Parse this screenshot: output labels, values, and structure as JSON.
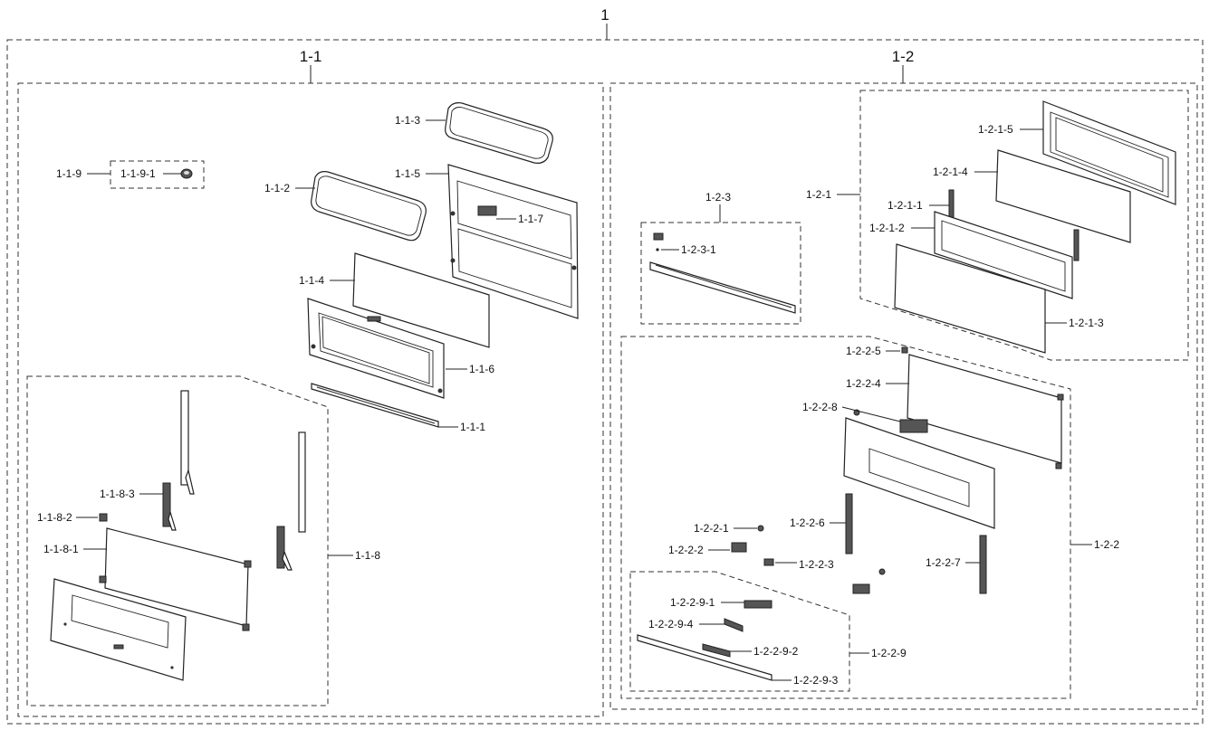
{
  "assembly": {
    "root_label": "1",
    "left_group": {
      "label": "1-1",
      "parts": {
        "p113": "1-1-3",
        "p119": "1-1-9",
        "p1191": "1-1-9-1",
        "p115": "1-1-5",
        "p112": "1-1-2",
        "p117": "1-1-7",
        "p114": "1-1-4",
        "p116": "1-1-6",
        "p111": "1-1-1",
        "p1183": "1-1-8-3",
        "p1182": "1-1-8-2",
        "p1181": "1-1-8-1",
        "p118": "1-1-8"
      }
    },
    "right_group": {
      "label": "1-2",
      "parts": {
        "p123": "1-2-3",
        "p1231": "1-2-3-1",
        "p121": "1-2-1",
        "p1215": "1-2-1-5",
        "p1214": "1-2-1-4",
        "p1211": "1-2-1-1",
        "p1212": "1-2-1-2",
        "p1213": "1-2-1-3",
        "p1225": "1-2-2-5",
        "p1224": "1-2-2-4",
        "p1228": "1-2-2-8",
        "p1221": "1-2-2-1",
        "p1226": "1-2-2-6",
        "p1222": "1-2-2-2",
        "p1223": "1-2-2-3",
        "p122": "1-2-2",
        "p1227": "1-2-2-7",
        "p12291": "1-2-2-9-1",
        "p12294": "1-2-2-9-4",
        "p12292": "1-2-2-9-2",
        "p1229": "1-2-2-9",
        "p12293": "1-2-2-9-3"
      }
    }
  }
}
